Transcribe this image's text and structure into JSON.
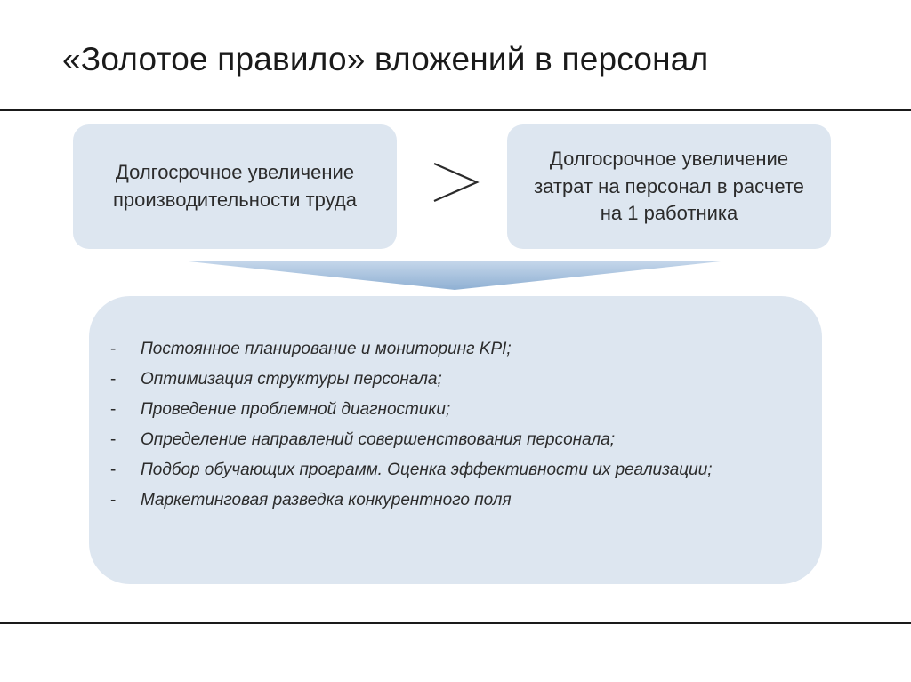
{
  "slide": {
    "title": "«Золотое правило» вложений в персонал"
  },
  "comparison": {
    "left_text": "Долгосрочное увеличение производительности труда",
    "operator": ">",
    "right_text": "Долгосрочное увеличение затрат на персонал в расчете на 1 работника"
  },
  "measures": {
    "bullet": "-",
    "items": [
      "Постоянное планирование и мониторинг KPI;",
      "Оптимизация структуры персонала;",
      "Проведение проблемной диагностики;",
      "Определение направлений совершенствования персонала;",
      "Подбор обучающих программ. Оценка эффективности их реализации;",
      "Маркетинговая разведка конкурентного поля"
    ]
  },
  "colors": {
    "box_fill": "#dde6f0",
    "arrow_fill": "#a9c3de",
    "rule": "#1a1a1a"
  }
}
